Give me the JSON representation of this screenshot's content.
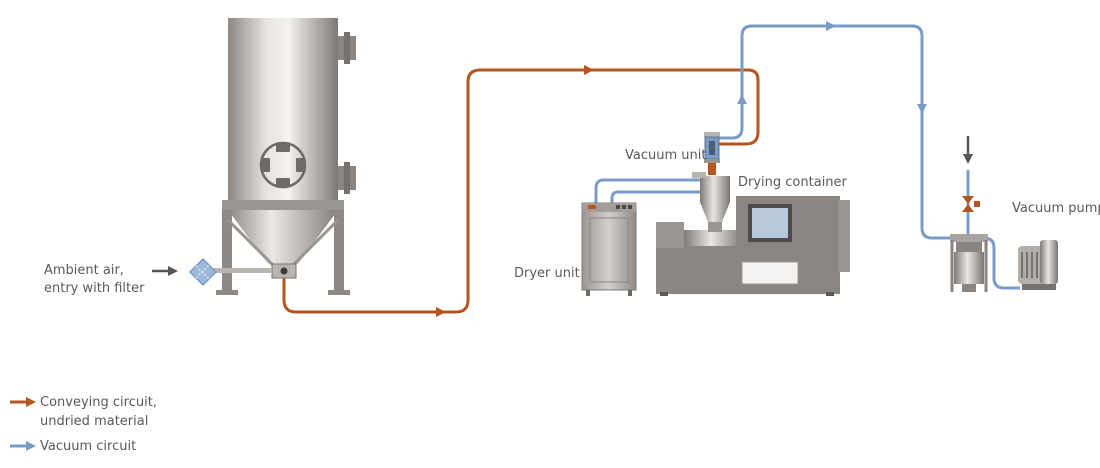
{
  "labels": {
    "ambient_air_line1": "Ambient air,",
    "ambient_air_line2": "entry with filter",
    "vacuum_unit": "Vacuum unit",
    "drying_container": "Drying container",
    "dryer_unit": "Dryer unit",
    "vacuum_pump": "Vacuum pump"
  },
  "legend": {
    "conveying_line1": "Conveying circuit,",
    "conveying_line2": "undried material",
    "vacuum": "Vacuum circuit"
  },
  "colors": {
    "conveying": "#b5561e",
    "vacuum": "#7a9cc9",
    "machine": "#8a8580",
    "machine_dark": "#6f6a66",
    "arrow_gray": "#555555"
  }
}
